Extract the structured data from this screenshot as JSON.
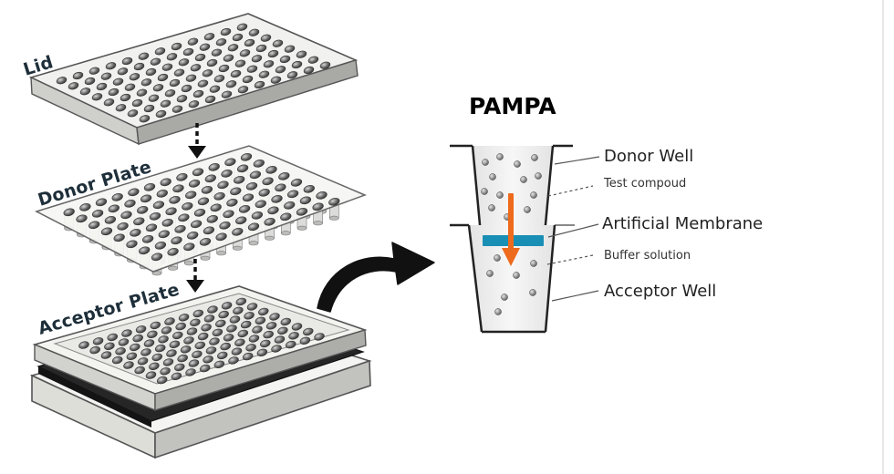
{
  "plates": {
    "lid": {
      "label": "Lid"
    },
    "donor": {
      "label": "Donor Plate"
    },
    "acceptor": {
      "label": "Acceptor Plate"
    }
  },
  "pampa": {
    "title": "PAMPA",
    "labels": {
      "donor_well": "Donor Well",
      "test_compound": "Test compoud",
      "artificial_membrane": "Artificial Membrane",
      "buffer_solution": "Buffer solution",
      "acceptor_well": "Acceptor Well"
    }
  },
  "colors": {
    "label_text": "#1e2f3a",
    "membrane": "#1a8fb5",
    "flux_arrow": "#ee6a1c",
    "plate_face": "#f3f3f1",
    "plate_edge": "#7a7a7a"
  }
}
